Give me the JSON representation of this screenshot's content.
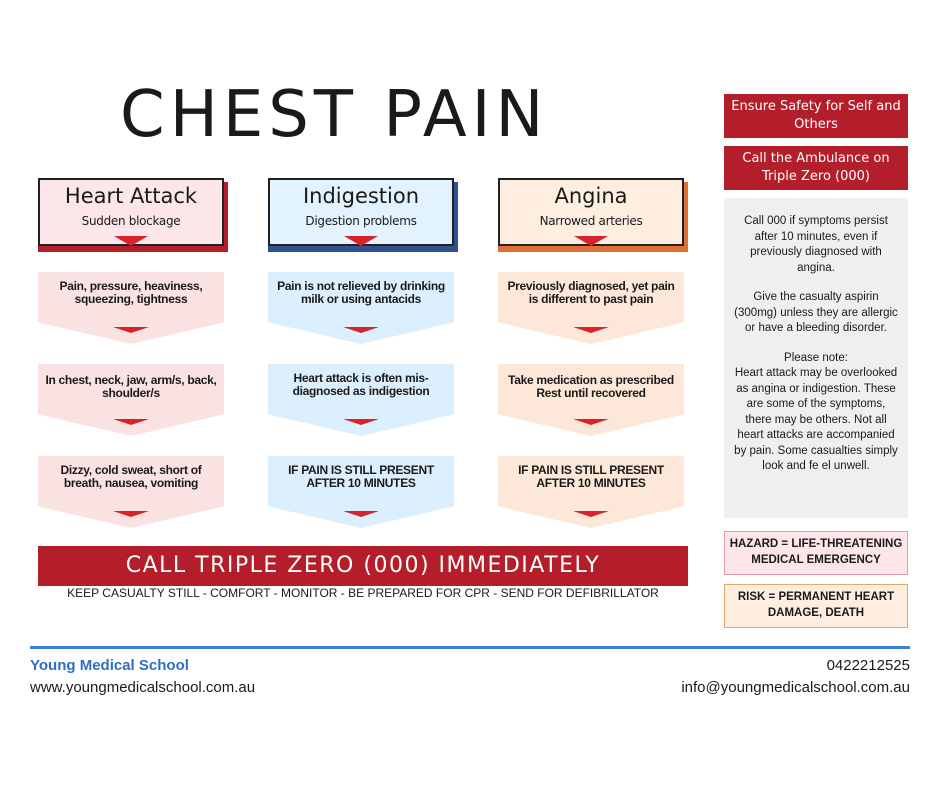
{
  "title": "CHEST PAIN",
  "columns": [
    {
      "title": "Heart Attack",
      "subtitle": "Sudden blockage",
      "steps": [
        "Pain, pressure, heaviness, squeezing, tightness",
        "In chest, neck, jaw, arm/s, back, shoulder/s",
        "Dizzy, cold sweat, short of breath, nausea, vomiting"
      ]
    },
    {
      "title": "Indigestion",
      "subtitle": "Digestion problems",
      "steps": [
        "Pain is not relieved by drinking milk or using antacids",
        "Heart attack is often mis-diagnosed as indigestion",
        "IF PAIN IS STILL PRESENT AFTER 10 MINUTES"
      ]
    },
    {
      "title": "Angina",
      "subtitle": "Narrowed arteries",
      "steps": [
        "Previously diagnosed, yet pain is different to past pain",
        "Take medication as prescribed Rest until recovered",
        "IF PAIN IS STILL PRESENT AFTER 10 MINUTES"
      ]
    }
  ],
  "call_bar": "CALL TRIPLE ZERO (000) IMMEDIATELY",
  "keep_line": "KEEP CASUALTY STILL - COMFORT - MONITOR - BE PREPARED FOR CPR - SEND FOR DEFIBRILLATOR",
  "sidebar": {
    "safety": "Ensure Safety for Self and Others",
    "ambulance": "Call the Ambulance on Triple Zero (000)",
    "info_1": "Call 000 if symptoms persist after 10 minutes, even if previously diagnosed with angina.",
    "info_2": "Give the casualty aspirin (300mg) unless they are allergic or have a bleeding disorder.",
    "info_3_heading": "Please note:",
    "info_3": "Heart attack may be overlooked as angina or indigestion. These are some of the symptoms, there may be others. Not all heart attacks are accompanied by pain. Some casualties simply look and fe el unwell.",
    "hazard": "HAZARD = LIFE-THREATENING MEDICAL EMERGENCY",
    "risk": "RISK = PERMANENT HEART DAMAGE, DEATH"
  },
  "footer": {
    "school": "Young Medical School",
    "website": "www.youngmedicalschool.com.au",
    "phone": "0422212525",
    "email": "info@youngmedicalschool.com.au"
  },
  "colors": {
    "heart_attack": "#b41e2b",
    "indigestion": "#2f5290",
    "angina": "#e07034",
    "heart_attack_card": "#fde6e9",
    "indigestion_card": "#e2f2ff",
    "angina_card": "#fdeee0",
    "footer_accent": "#3b7fd4"
  }
}
